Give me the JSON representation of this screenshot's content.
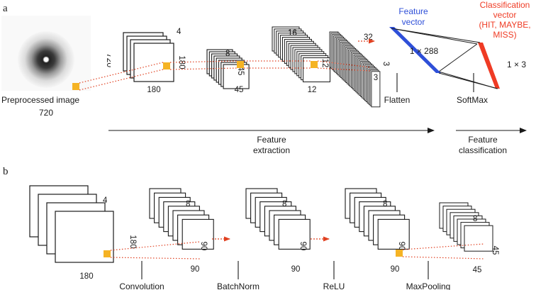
{
  "panel_a": {
    "letter": "a",
    "input_label": "Preprocessed image",
    "input_width": "720",
    "input_height": "720",
    "stack1": {
      "channels": "4",
      "height": "180",
      "width": "180"
    },
    "stack2": {
      "channels": "8",
      "height": "45",
      "width": "45"
    },
    "stack3": {
      "channels": "16",
      "height": "12",
      "width": "12"
    },
    "stack4": {
      "channels": "32",
      "height": "3",
      "width": "3"
    },
    "feature_vector_line1": "Feature",
    "feature_vector_line2": "vector",
    "feature_vector_size": "1 × 288",
    "class_vector_line1": "Classification",
    "class_vector_line2": "vector",
    "class_vector_line3": "(HIT, MAYBE,",
    "class_vector_line4": "MISS)",
    "class_vector_size": "1 × 3",
    "flatten_label": "Flatten",
    "softmax_label": "SoftMax",
    "feature_extraction_line1": "Feature",
    "feature_extraction_line2": "extraction",
    "feature_classification_line1": "Feature",
    "feature_classification_line2": "classification",
    "colors": {
      "feature_vector": "#2e4fd8",
      "classification_vector": "#ef3b24",
      "kernel": "#f5b324",
      "arrow": "#e04020"
    }
  },
  "panel_b": {
    "letter": "b",
    "stack1": {
      "channels": "4",
      "height": "180",
      "width": "180"
    },
    "stack2": {
      "channels": "8",
      "height": "90",
      "width": "90"
    },
    "stack3": {
      "channels": "8",
      "height": "90",
      "width": "90"
    },
    "stack4": {
      "channels": "8",
      "height": "90",
      "width": "90"
    },
    "stack5": {
      "channels": "8",
      "height": "45",
      "width": "45"
    },
    "convolution_label": "Convolution",
    "batchnorm_label": "BatchNorm",
    "relu_label": "ReLU",
    "maxpooling_label": "MaxPooling"
  }
}
